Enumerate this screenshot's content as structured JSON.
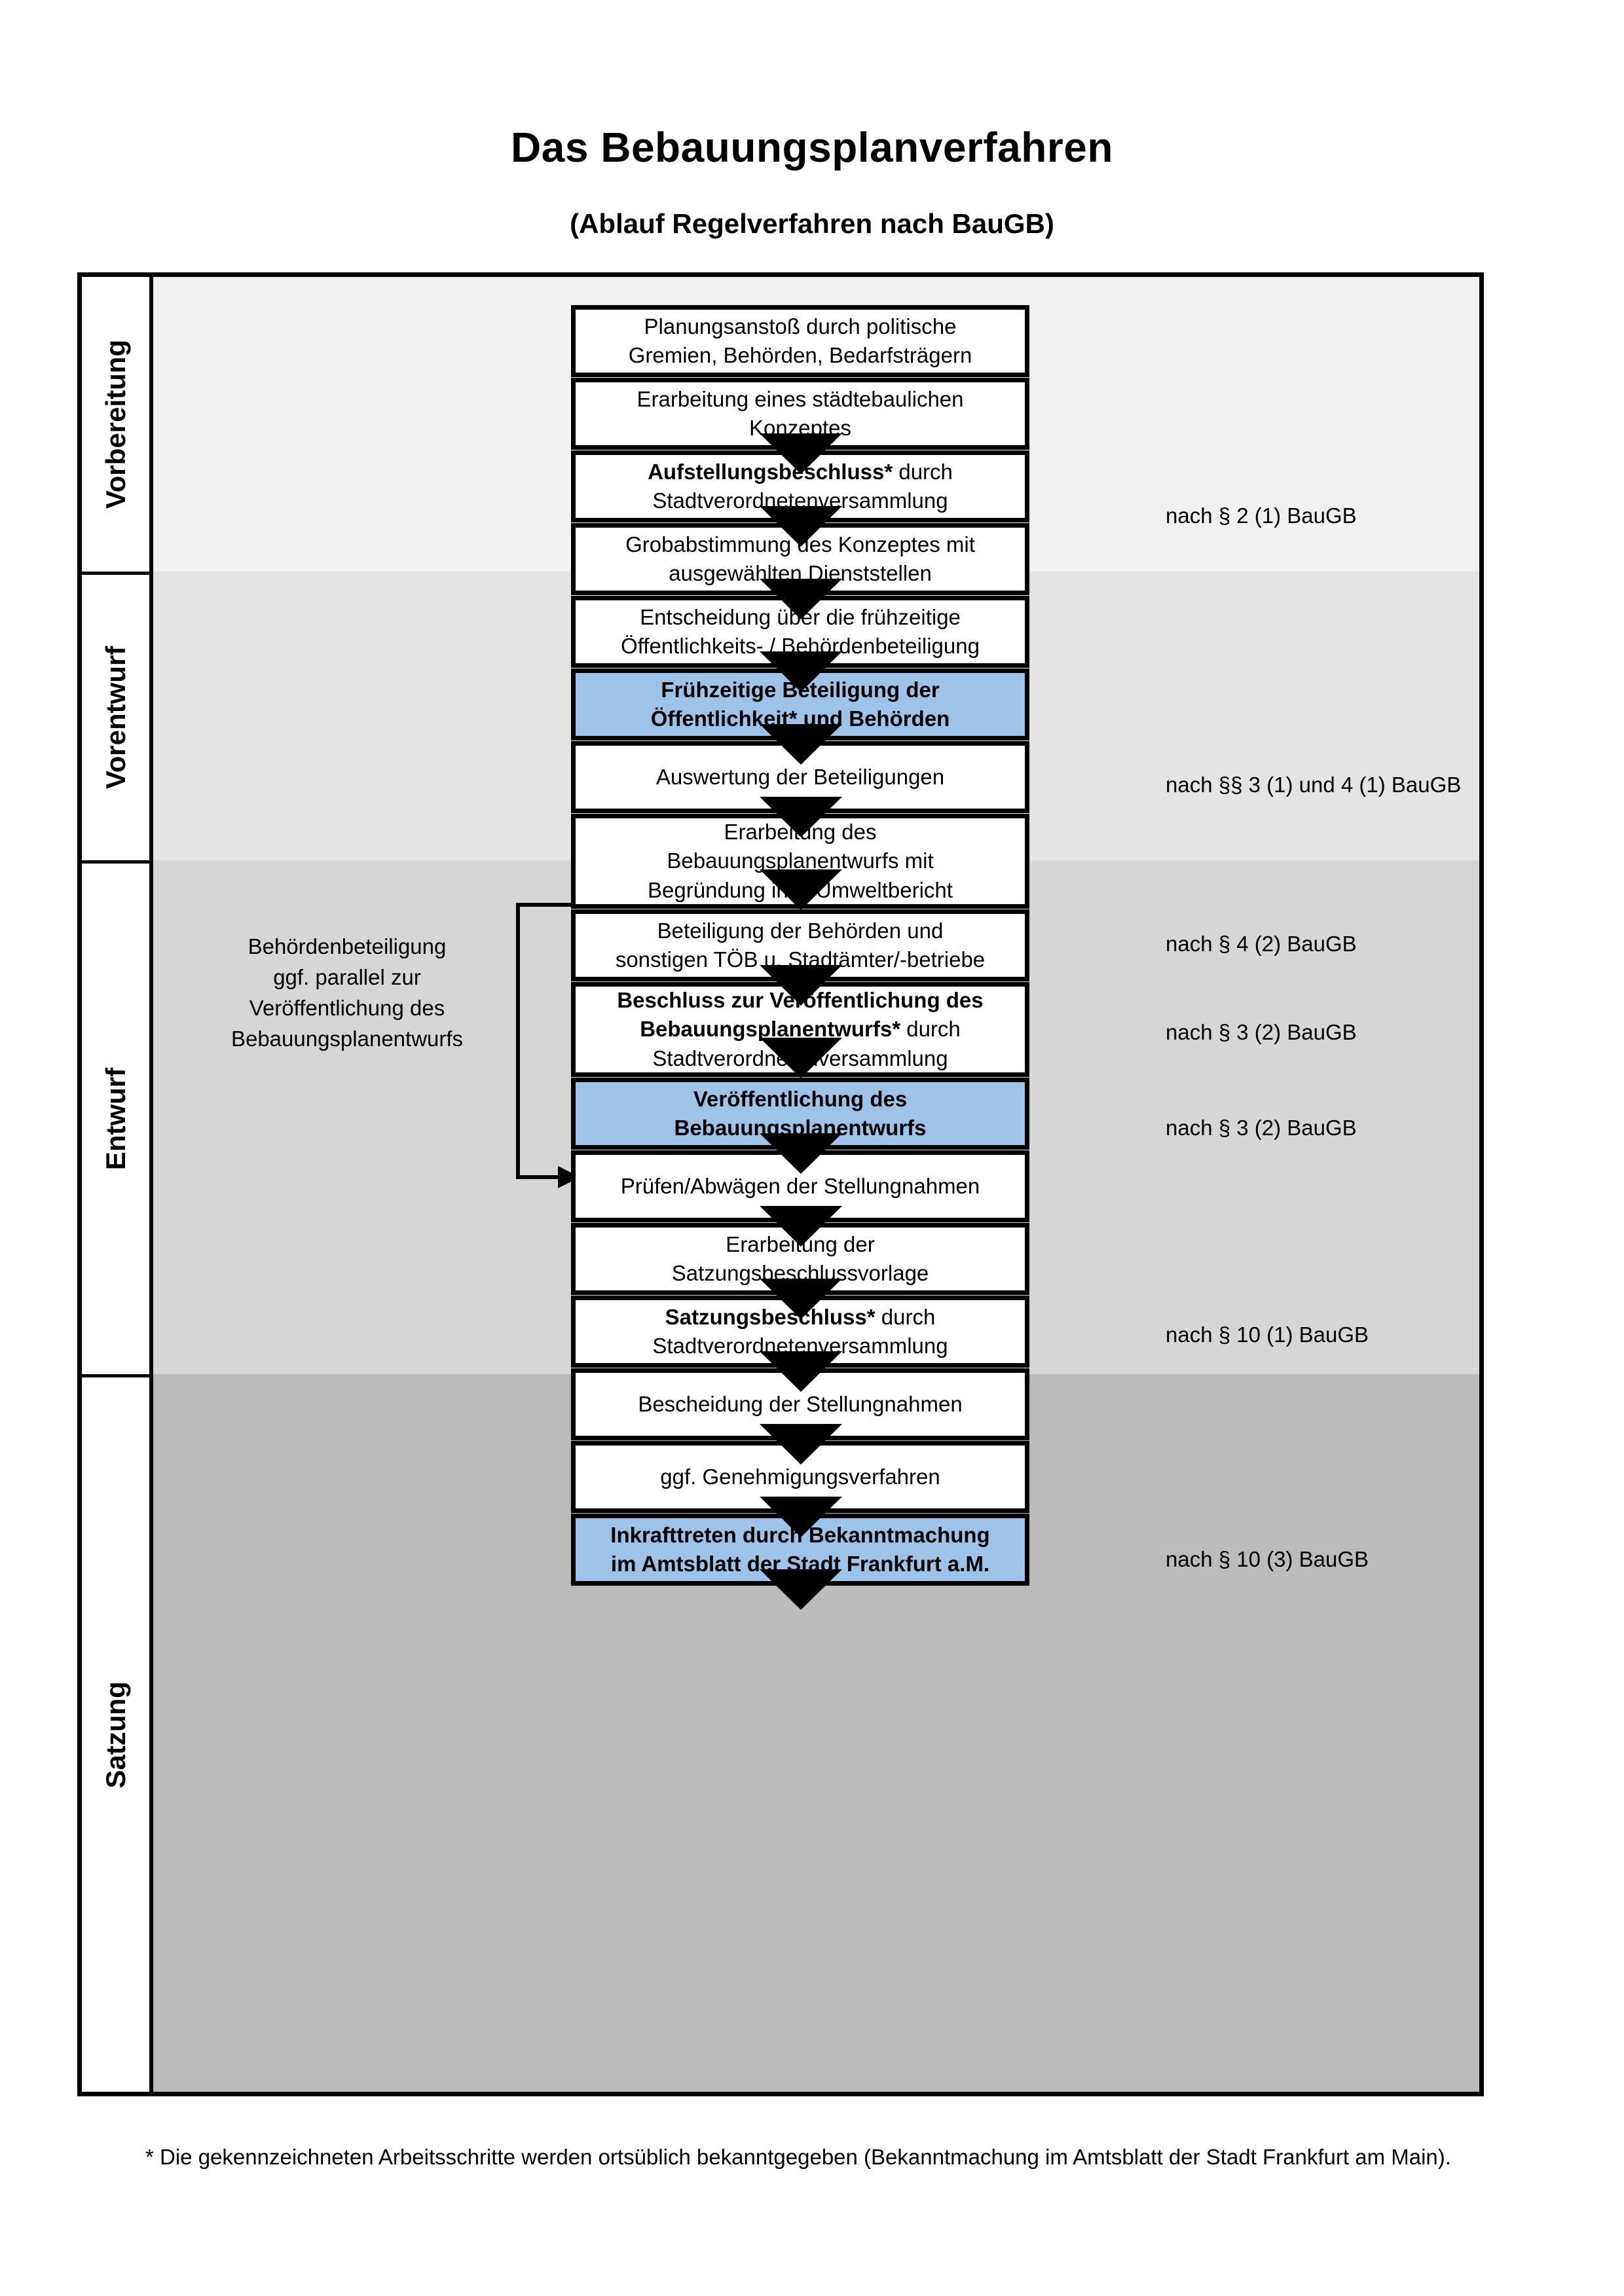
{
  "title": "Das Bebauungsplanverfahren",
  "subtitle": "(Ablauf Regelverfahren nach BauGB)",
  "colors": {
    "highlight": "#9DC3E8",
    "band_vorbereitung": "#F0F0F0",
    "band_vorentwurf": "#E4E4E4",
    "band_entwurf": "#D6D6D6",
    "band_satzung": "#BBBBBB",
    "line": "#000000"
  },
  "stages": [
    {
      "label": "Vorbereitung"
    },
    {
      "label": "Vorentwurf"
    },
    {
      "label": "Entwurf"
    },
    {
      "label": "Satzung"
    }
  ],
  "steps": [
    {
      "id": "planungsanstoss",
      "line1": "Planungsanstoß durch politische",
      "line2": "Gremien, Behörden, Bedarfsträgern",
      "highlight": false,
      "bold_prefix": ""
    },
    {
      "id": "konzept",
      "line1": "Erarbeitung eines städtebaulichen",
      "line2": "Konzeptes",
      "highlight": false,
      "bold_prefix": ""
    },
    {
      "id": "aufstellungsbeschluss",
      "line1": "Aufstellungsbeschluss* durch",
      "line2": "Stadtverordnetenversammlung",
      "highlight": false,
      "bold_prefix": "Aufstellungsbeschluss*"
    },
    {
      "id": "grobabstimmung",
      "line1": "Grobabstimmung des Konzeptes mit",
      "line2": "ausgewählten Dienststellen",
      "highlight": false,
      "bold_prefix": ""
    },
    {
      "id": "entscheidung-fruehzeitig",
      "line1": "Entscheidung über die frühzeitige",
      "line2": "Öffentlichkeits- / Behördenbeteiligung",
      "highlight": false,
      "bold_prefix": ""
    },
    {
      "id": "fruehzeitige-beteiligung",
      "line1": "Frühzeitige Beteiligung der",
      "line2": "Öffentlichkeit* und Behörden",
      "highlight": true,
      "bold_prefix": ""
    },
    {
      "id": "auswertung",
      "line1": "Auswertung der Beteiligungen",
      "line2": "",
      "highlight": false,
      "bold_prefix": ""
    },
    {
      "id": "erarbeitung-entwurf",
      "line1": "Erarbeitung des",
      "line2": "Bebauungsplanentwurfs mit",
      "line3": "Begründung inkl. Umweltbericht",
      "highlight": false,
      "bold_prefix": ""
    },
    {
      "id": "beteiligung-behoerden",
      "line1": "Beteiligung der Behörden und",
      "line2": "sonstigen TÖB u. Stadtämter/-betriebe",
      "highlight": false,
      "bold_prefix": ""
    },
    {
      "id": "beschluss-veroeffentlichung",
      "line1": "Beschluss zur Veröffentlichung des",
      "line2": "Bebauungsplanentwurfs* durch",
      "line3": "Stadtverordnetenversammlung",
      "highlight": false,
      "bold_prefix": "Beschluss zur Veröffentlichung des Bebauungsplanentwurfs*"
    },
    {
      "id": "veroeffentlichung",
      "line1": "Veröffentlichung des",
      "line2": "Bebauungsplanentwurfs",
      "highlight": true,
      "bold_prefix": ""
    },
    {
      "id": "pruefen-abwaegen",
      "line1": "Prüfen/Abwägen der Stellungnahmen",
      "line2": "",
      "highlight": false,
      "bold_prefix": ""
    },
    {
      "id": "satzungsbeschlussvorlage",
      "line1": "Erarbeitung der",
      "line2": "Satzungsbeschlussvorlage",
      "highlight": false,
      "bold_prefix": ""
    },
    {
      "id": "satzungsbeschluss",
      "line1": "Satzungsbeschluss* durch",
      "line2": "Stadtverordnetenversammlung",
      "highlight": false,
      "bold_prefix": "Satzungsbeschluss*"
    },
    {
      "id": "bescheidung",
      "line1": "Bescheidung der Stellungnahmen",
      "line2": "",
      "highlight": false,
      "bold_prefix": ""
    },
    {
      "id": "genehmigungsverfahren",
      "line1": "ggf. Genehmigungsverfahren",
      "line2": "",
      "highlight": false,
      "bold_prefix": ""
    },
    {
      "id": "inkrafttreten",
      "line1": "Inkrafttreten durch Bekanntmachung",
      "line2": "im Amtsblatt der Stadt Frankfurt a.M.",
      "highlight": true,
      "bold_prefix": "Inkrafttreten"
    }
  ],
  "step_text": {
    "planungsanstoss_l1": "Planungsanstoß durch politische",
    "planungsanstoss_l2": "Gremien, Behörden, Bedarfsträgern",
    "konzept_l1": "Erarbeitung eines städtebaulichen",
    "konzept_l2": "Konzeptes",
    "aufstellung_bold": "Aufstellungsbeschluss*",
    "aufstellung_rest": " durch",
    "aufstellung_l2": "Stadtverordnetenversammlung",
    "grobabstimmung_l1": "Grobabstimmung des Konzeptes mit",
    "grobabstimmung_l2": "ausgewählten Dienststellen",
    "entscheidung_l1": "Entscheidung über die frühzeitige",
    "entscheidung_l2": "Öffentlichkeits- / Behördenbeteiligung",
    "fruehzeitige_l1": "Frühzeitige Beteiligung der",
    "fruehzeitige_l2": "Öffentlichkeit* und Behörden",
    "auswertung_l1": "Auswertung der Beteiligungen",
    "erarbeitung_l1": "Erarbeitung des",
    "erarbeitung_l2": "Bebauungsplanentwurfs mit",
    "erarbeitung_l3": "Begründung inkl. Umweltbericht",
    "beteiligung_l1": "Beteiligung der Behörden und",
    "beteiligung_l2": "sonstigen TÖB u. Stadtämter/-betriebe",
    "beschluss_bold1": "Beschluss zur Veröffentlichung des",
    "beschluss_bold2": "Bebauungsplanentwurfs*",
    "beschluss_rest": " durch",
    "beschluss_l3": "Stadtverordnetenversammlung",
    "veroeffentlichung_l1": "Veröffentlichung des",
    "veroeffentlichung_l2": "Bebauungsplanentwurfs",
    "pruefen_l1": "Prüfen/Abwägen der Stellungnahmen",
    "vorlage_l1": "Erarbeitung der",
    "vorlage_l2": "Satzungsbeschlussvorlage",
    "satzung_bold": "Satzungsbeschluss*",
    "satzung_rest": " durch",
    "satzung_l2": "Stadtverordnetenversammlung",
    "bescheidung_l1": "Bescheidung der Stellungnahmen",
    "genehmigung_l1": "ggf. Genehmigungsverfahren",
    "inkraft_bold": "Inkrafttreten",
    "inkraft_rest": " durch Bekanntmachung",
    "inkraft_l2": "im Amtsblatt der Stadt Frankfurt a.M."
  },
  "side_note": {
    "line1": "Behördenbeteiligung",
    "line2": "ggf. parallel zur",
    "line3": "Veröffentlichung des",
    "line4": "Bebauungsplanentwurfs"
  },
  "references": [
    {
      "id": "ref-par2",
      "text": "nach § 2 (1) BauGB"
    },
    {
      "id": "ref-par3-1-4-1",
      "text": "nach §§ 3 (1) und 4 (1) BauGB"
    },
    {
      "id": "ref-par4-2",
      "text": "nach § 4 (2) BauGB"
    },
    {
      "id": "ref-par3-2-a",
      "text": "nach § 3 (2) BauGB"
    },
    {
      "id": "ref-par3-2-b",
      "text": "nach § 3 (2) BauGB"
    },
    {
      "id": "ref-par10-1",
      "text": "nach § 10 (1) BauGB"
    },
    {
      "id": "ref-par10-3",
      "text": "nach § 10 (3) BauGB"
    }
  ],
  "footnote": "* Die gekennzeichneten Arbeitsschritte werden ortsüblich bekanntgegeben (Bekanntmachung im Amtsblatt  der Stadt Frankfurt am Main)."
}
